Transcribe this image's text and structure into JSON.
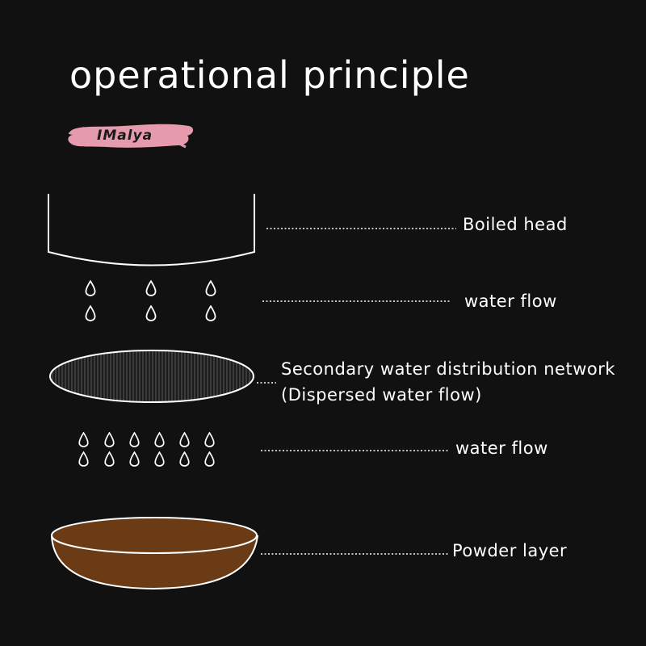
{
  "title": "operational principle",
  "brand": {
    "name": "IMalya",
    "colors": {
      "background": "#e59aae",
      "text": "#1a1a1a"
    }
  },
  "labels": {
    "boiled_head": "Boiled head",
    "water_flow_top": "water flow",
    "secondary_network": "Secondary water distribution network",
    "dispersed": "(Dispersed water flow)",
    "water_flow_bottom": "water flow",
    "powder_layer": "Powder layer"
  },
  "colors": {
    "background": "#111111",
    "line": "#ffffff",
    "powder": "#6b3b15",
    "mesh": "#1e1e1e"
  }
}
